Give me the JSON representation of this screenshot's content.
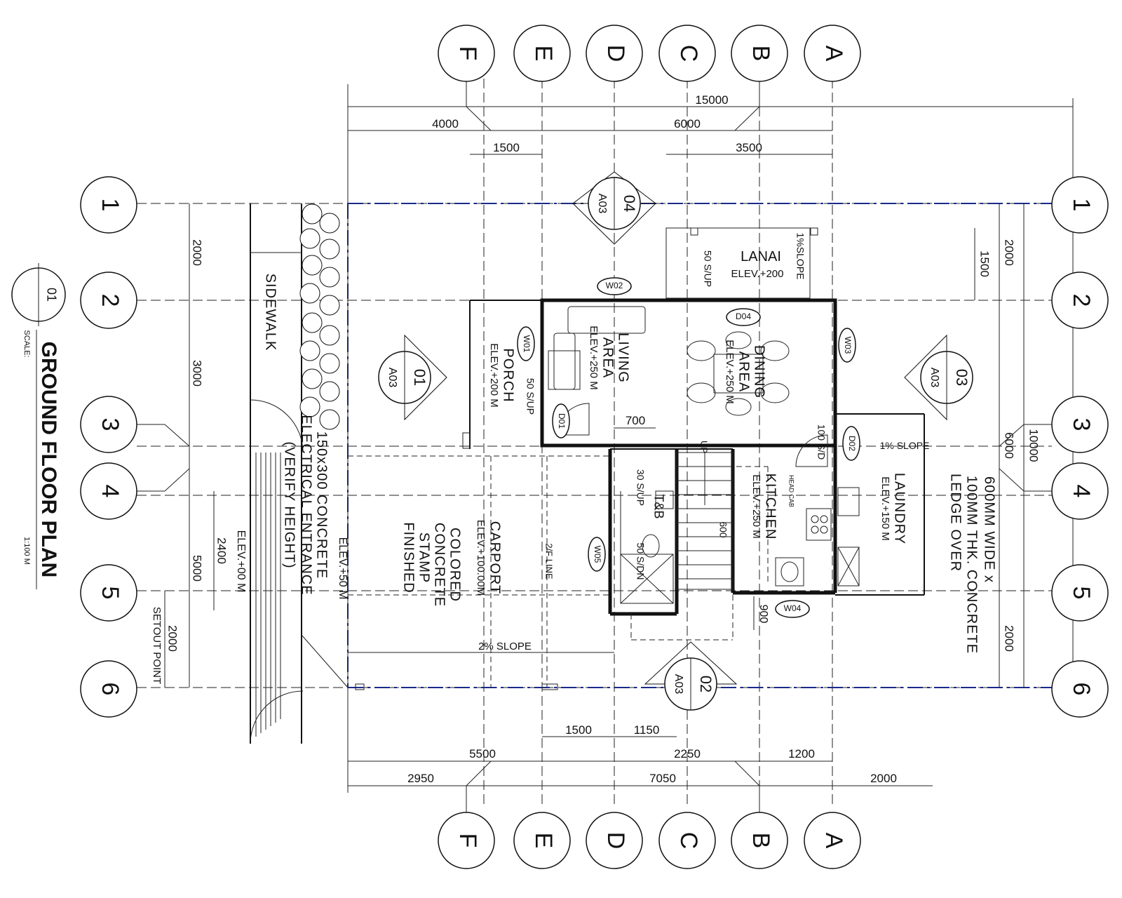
{
  "grid": {
    "columns": [
      "F",
      "E",
      "D",
      "C",
      "B",
      "A"
    ],
    "rows": [
      "1",
      "2",
      "3",
      "4",
      "5",
      "6"
    ]
  },
  "title": {
    "text": "GROUND FLOOR PLAN",
    "number": "01",
    "scale_label": "SCALE:",
    "scale_value": "1:100 M"
  },
  "dimensions": {
    "top": [
      "15000",
      "4000",
      "6000",
      "1500",
      "3500"
    ],
    "bottom": [
      "1500",
      "1150",
      "5500",
      "2250",
      "1200",
      "2950",
      "7050",
      "2000"
    ],
    "left": [
      "2000",
      "3000",
      "5000",
      "2400",
      "2000"
    ],
    "right": [
      "2000",
      "1500",
      "10000",
      "6000",
      "2000"
    ],
    "inner": [
      "700",
      "900",
      "600"
    ]
  },
  "section_marks": [
    {
      "num": "04",
      "sheet": "A03"
    },
    {
      "num": "01",
      "sheet": "A03"
    },
    {
      "num": "03",
      "sheet": "A03"
    },
    {
      "num": "02",
      "sheet": "A03"
    }
  ],
  "rooms": {
    "lanai": {
      "name": "LANAI",
      "elev": "ELEV.+200"
    },
    "living": {
      "name1": "LIVING",
      "name2": "AREA",
      "elev": "ELEV.+250 M"
    },
    "dining": {
      "name1": "DINING",
      "name2": "AREA",
      "elev": "ELEV.+250 M"
    },
    "porch": {
      "name": "PORCH",
      "elev": "ELEV.+200 M"
    },
    "kitchen": {
      "name": "KITCHEN",
      "elev": "ELEV.+250 M"
    },
    "laundry": {
      "name": "LAUNDRY",
      "elev": "ELEV.+150 M"
    },
    "carport": {
      "name": "CARPORT",
      "elev": "ELEV.+100.00M"
    },
    "tb": {
      "name": "T&B"
    },
    "sidewalk": {
      "name": "SIDEWALK"
    }
  },
  "tags": [
    "W02",
    "D04",
    "W01",
    "W03",
    "D01",
    "D02",
    "W05",
    "W04"
  ],
  "notes": {
    "slope_lanai": "1%SLOPE",
    "slope_laundry": "1% SLOPE",
    "slope_carport": "2% SLOPE",
    "step_lanai": "50 S/UP",
    "step_porch": "50 S/UP",
    "step_kitchen": "100 S/D",
    "step_tb_up": "30 S/UP",
    "step_tb_dn": "50 S/DN",
    "stair_up": "UP",
    "head_cab": "HEAD CAB",
    "line_2f": "2/F LINE",
    "finish": [
      "COLORED",
      "CONCRETE",
      "STAMP",
      "FINISHED"
    ],
    "ledge": [
      "600MM WIDE x",
      "100MM THK. CONCRETE",
      "LEDGE OVER"
    ],
    "entrance": [
      "150x300 CONCRETE",
      "ELECTRICAL ENTRANCE",
      "(VERIFY HEIGHT)"
    ],
    "elev_50": "ELEV.+50 M",
    "elev_00": "ELEV.+00 M",
    "setout": "SETOUT POINT"
  }
}
